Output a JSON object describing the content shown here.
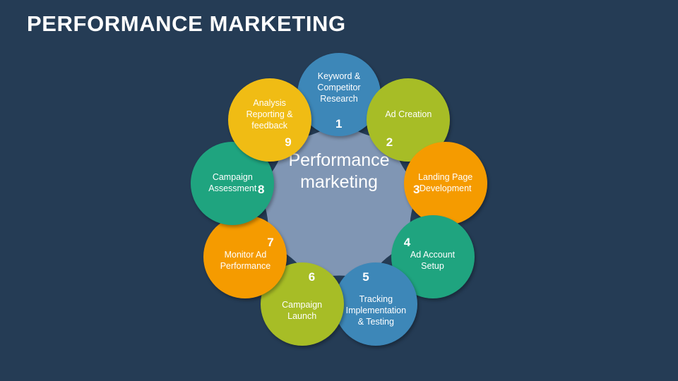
{
  "slide": {
    "title": "PERFORMANCE MARKETING",
    "background_color": "#253c55",
    "title_color": "#ffffff"
  },
  "center": {
    "line1": "Performance",
    "line2": "marketing",
    "hub_color": "#8096b4",
    "text_color": "#ffffff"
  },
  "chart_data": {
    "type": "diagram",
    "title": "PERFORMANCE MARKETING",
    "center_label": "Performance marketing",
    "layout": "circular ring of 9 nodes around a central hub",
    "steps": [
      {
        "number": "1",
        "label": "Keyword & Competitor Research",
        "color": "#3d87b8"
      },
      {
        "number": "2",
        "label": "Ad Creation",
        "color": "#a7bd26"
      },
      {
        "number": "3",
        "label": "Landing Page Development",
        "color": "#f59b00"
      },
      {
        "number": "4",
        "label": "Ad Account Setup",
        "color": "#1fa47f"
      },
      {
        "number": "5",
        "label": "Tracking Implementation & Testing",
        "color": "#3d87b8"
      },
      {
        "number": "6",
        "label": "Campaign Launch",
        "color": "#a7bd26"
      },
      {
        "number": "7",
        "label": "Monitor Ad Performance",
        "color": "#f59b00"
      },
      {
        "number": "8",
        "label": "Campaign Assessment",
        "color": "#1fa47f"
      },
      {
        "number": "9",
        "label": "Analysis Reporting & feedback",
        "color": "#f0bc14"
      }
    ]
  },
  "nodes": [
    {
      "number": "1",
      "line1": "Keyword &",
      "line2": "Competitor",
      "line3": "Research",
      "color": "#3d87b8"
    },
    {
      "number": "2",
      "line1": "Ad Creation",
      "line2": "",
      "line3": "",
      "color": "#a7bd26"
    },
    {
      "number": "3",
      "line1": "Landing Page",
      "line2": "Development",
      "line3": "",
      "color": "#f59b00"
    },
    {
      "number": "4",
      "line1": "Ad Account",
      "line2": "Setup",
      "line3": "",
      "color": "#1fa47f"
    },
    {
      "number": "5",
      "line1": "Tracking",
      "line2": "Implementation",
      "line3": "& Testing",
      "color": "#3d87b8"
    },
    {
      "number": "6",
      "line1": "Campaign",
      "line2": "Launch",
      "line3": "",
      "color": "#a7bd26"
    },
    {
      "number": "7",
      "line1": "Monitor Ad",
      "line2": "Performance",
      "line3": "",
      "color": "#f59b00"
    },
    {
      "number": "8",
      "line1": "Campaign",
      "line2": "Assessment",
      "line3": "",
      "color": "#1fa47f"
    },
    {
      "number": "9",
      "line1": "Analysis",
      "line2": "Reporting &",
      "line3": "feedback",
      "color": "#f0bc14"
    }
  ]
}
